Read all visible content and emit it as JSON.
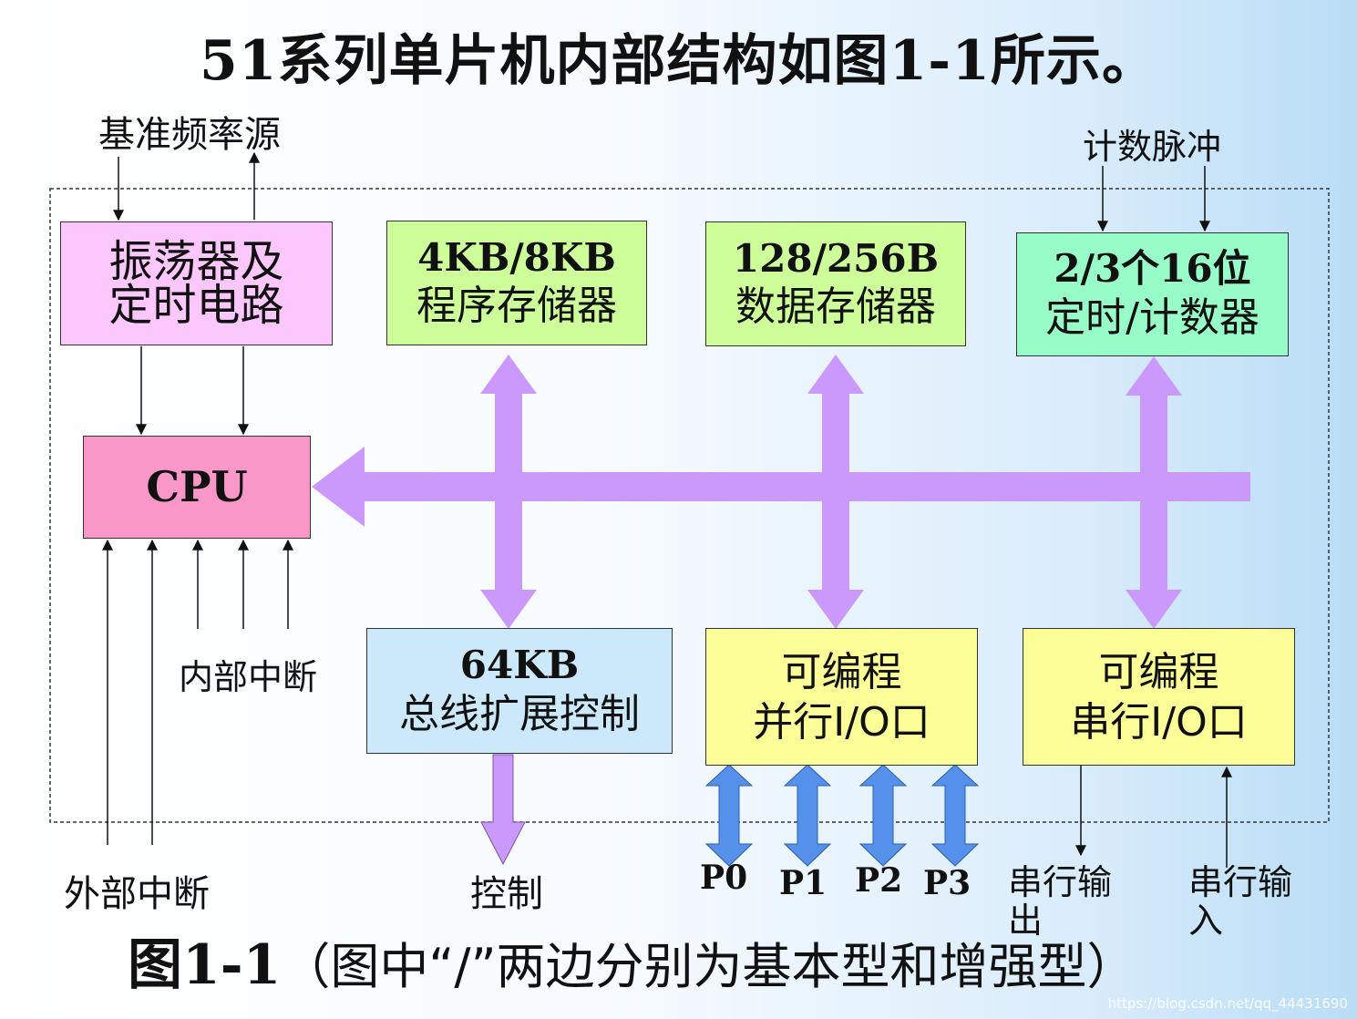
{
  "title": "51系列单片机内部结构如图1-1所示。",
  "labels": {
    "freq_source": "基准频率源",
    "count_pulse": "计数脉冲",
    "internal_int": "内部中断",
    "external_int": "外部中断",
    "control": "控制",
    "serial_out": "串行输出",
    "serial_in": "串行输入"
  },
  "blocks": {
    "oscillator": {
      "line1": "振荡器及",
      "line2": "定时电路"
    },
    "cpu": {
      "line1": "CPU"
    },
    "program_memory": {
      "line1": "4KB/8KB",
      "line2": "程序存储器"
    },
    "data_memory": {
      "line1": "128/256B",
      "line2": "数据存储器"
    },
    "timer": {
      "line1": "2/3个16位",
      "line2": "定时/计数器"
    },
    "bus_control": {
      "line1": "64KB",
      "line2": "总线扩展控制"
    },
    "parallel_io": {
      "line1": "可编程",
      "line2": "并行I/O口"
    },
    "serial_io": {
      "line1": "可编程",
      "line2": "串行I/O口"
    }
  },
  "ports": [
    "P0",
    "P1",
    "P2",
    "P3"
  ],
  "caption": {
    "prefix": "图1-1",
    "text": "（图中“/”两边分别为基本型和增强型）"
  },
  "colors": {
    "oscillator": "#fcc7fc",
    "cpu": "#f998c8",
    "memory": "#cdfe99",
    "timer": "#98fcc8",
    "bus_control": "#cce9fb",
    "io": "#fcfe98",
    "bus_arrow": "#cb99fc",
    "port_arrow": "#5590ea"
  },
  "watermark": "https://blog.csdn.net/qq_44431690"
}
